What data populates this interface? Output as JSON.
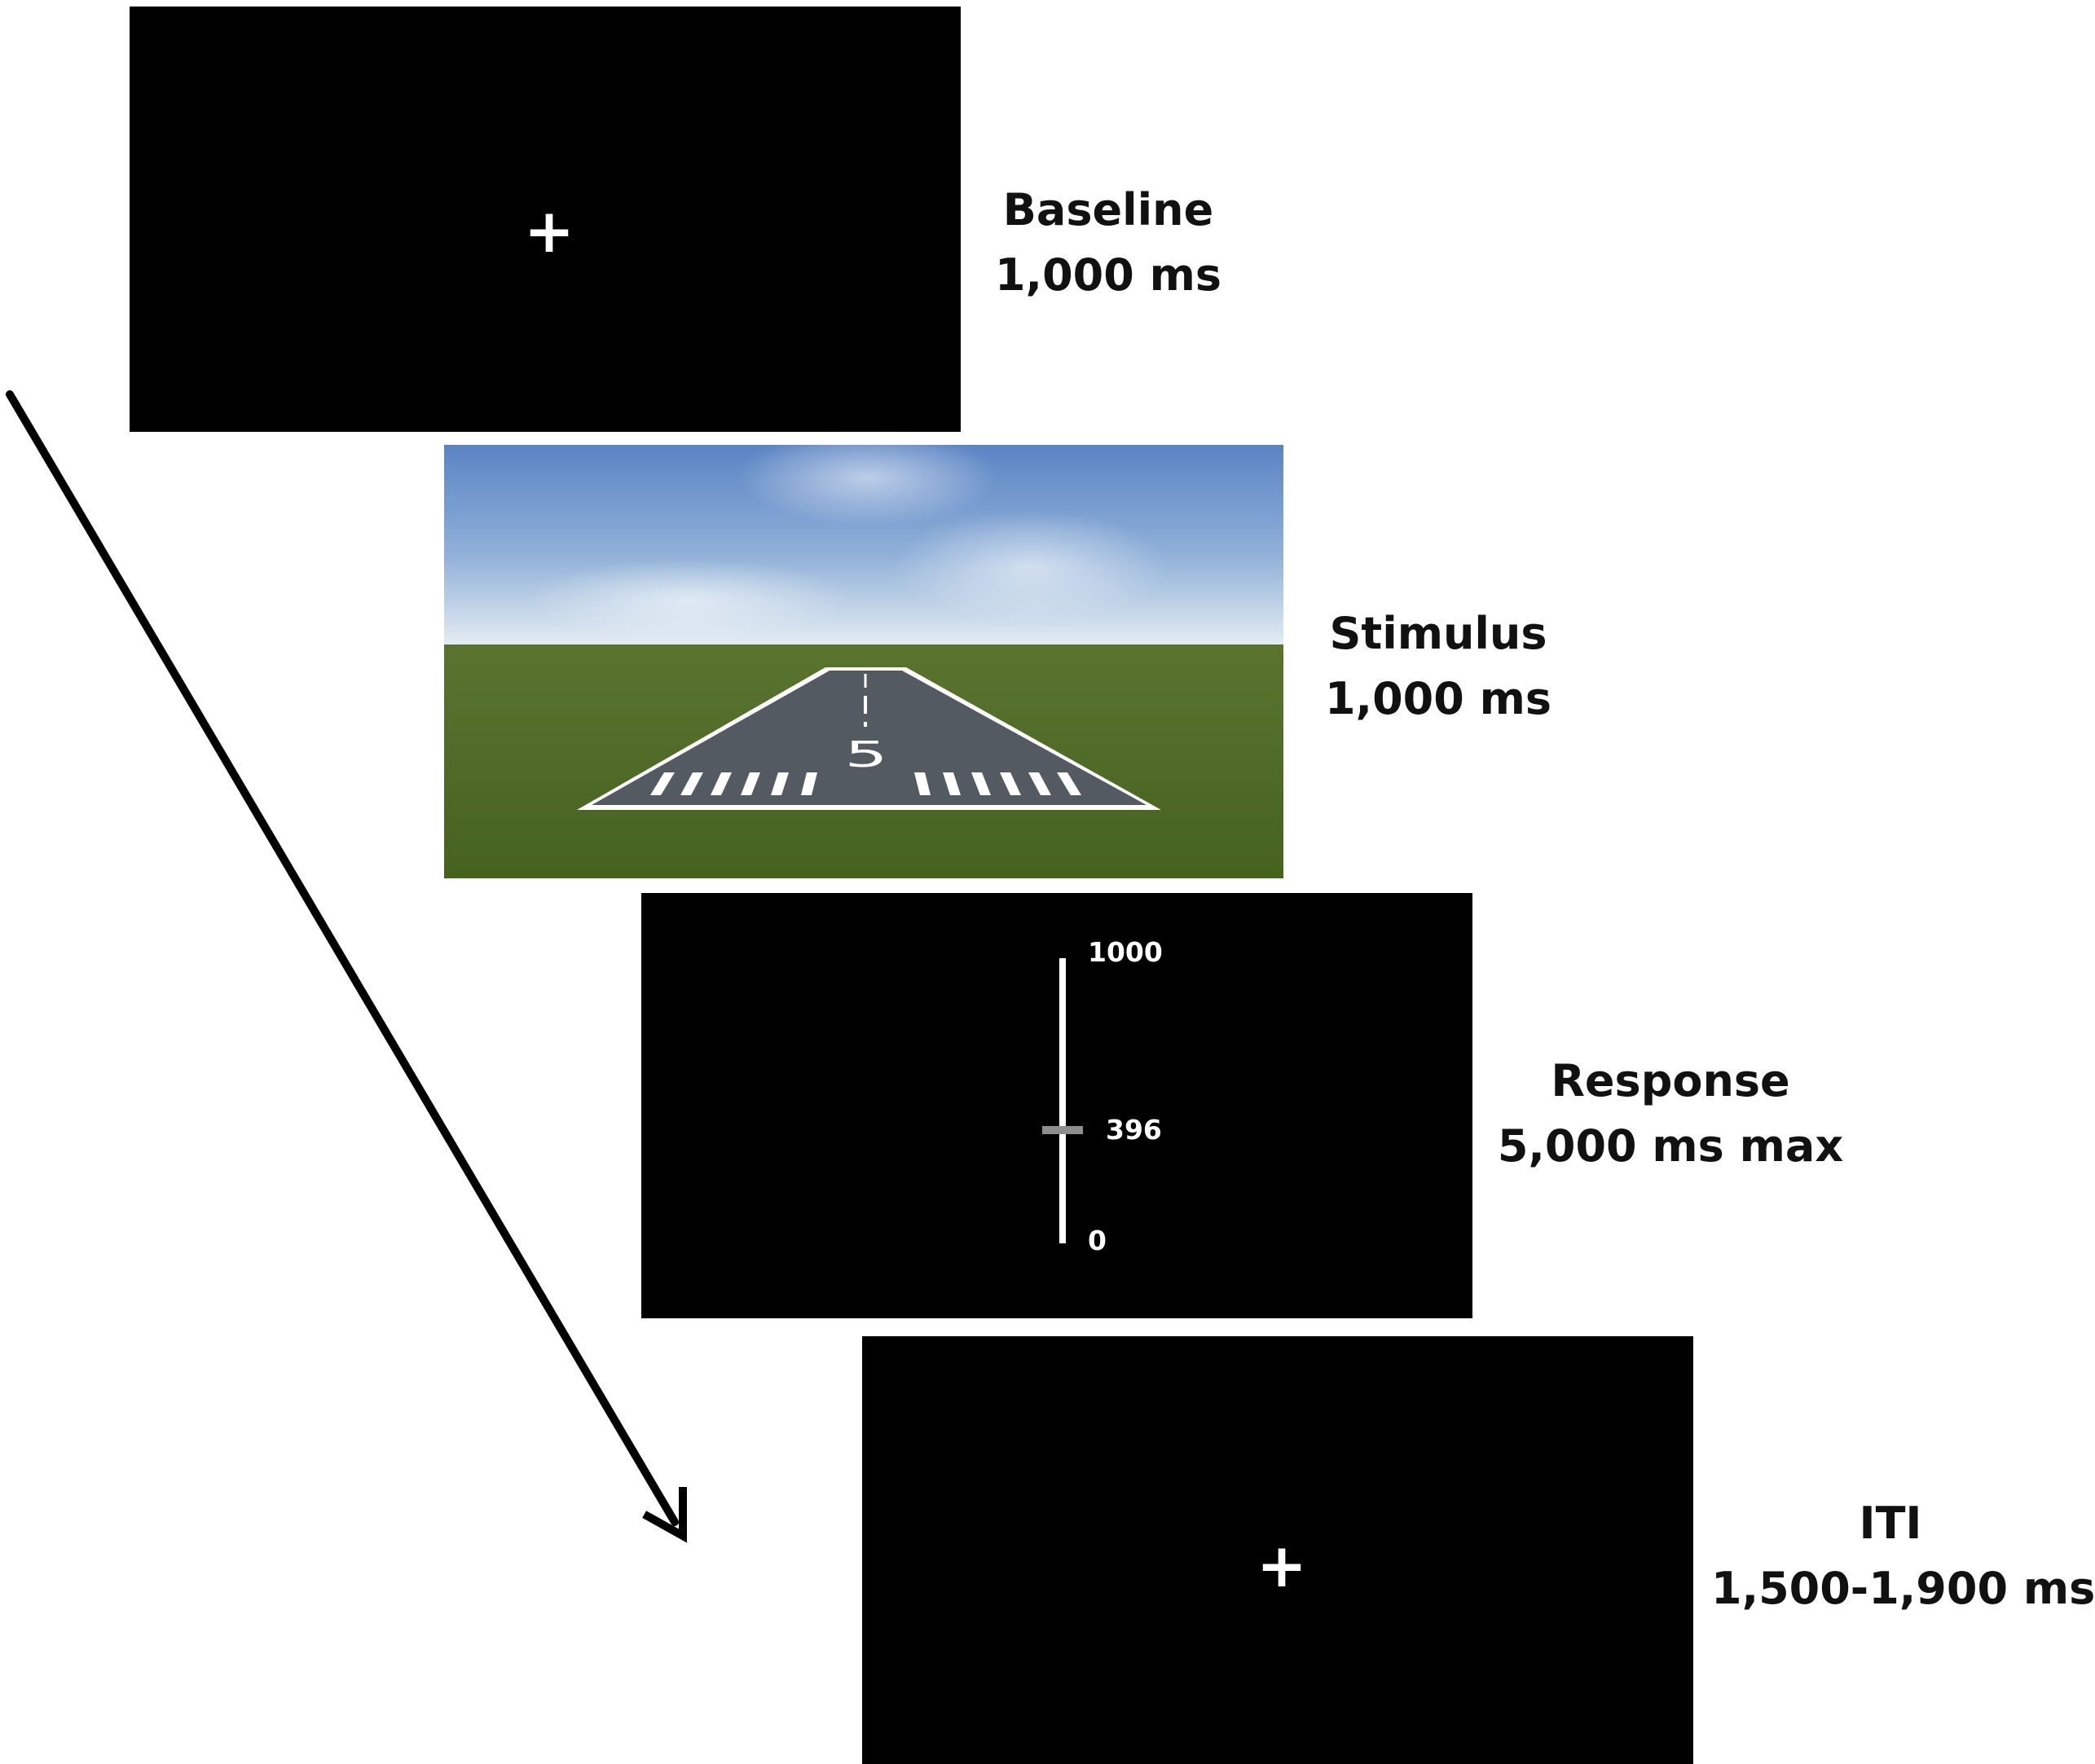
{
  "phases": [
    {
      "name": "Baseline",
      "duration": "1,000 ms"
    },
    {
      "name": "Stimulus",
      "duration": "1,000 ms"
    },
    {
      "name": "Response",
      "duration": "5,000 ms max"
    },
    {
      "name": "ITI",
      "duration": "1,500-1,900 ms"
    }
  ],
  "fixation_symbol": "+",
  "slider": {
    "max_label": "1000",
    "min_label": "0",
    "current_label": "396",
    "max": 1000,
    "min": 0,
    "value": 396
  },
  "runway_number": "5",
  "colors": {
    "screen": "#000000",
    "sky_top": "#5f86c4",
    "sky_horizon": "#dfe9f1",
    "grass": "#4f6a24",
    "runway": "#545a61",
    "marking": "#ffffff",
    "slider_handle": "#8e8e8e",
    "arrow": "#000000"
  }
}
